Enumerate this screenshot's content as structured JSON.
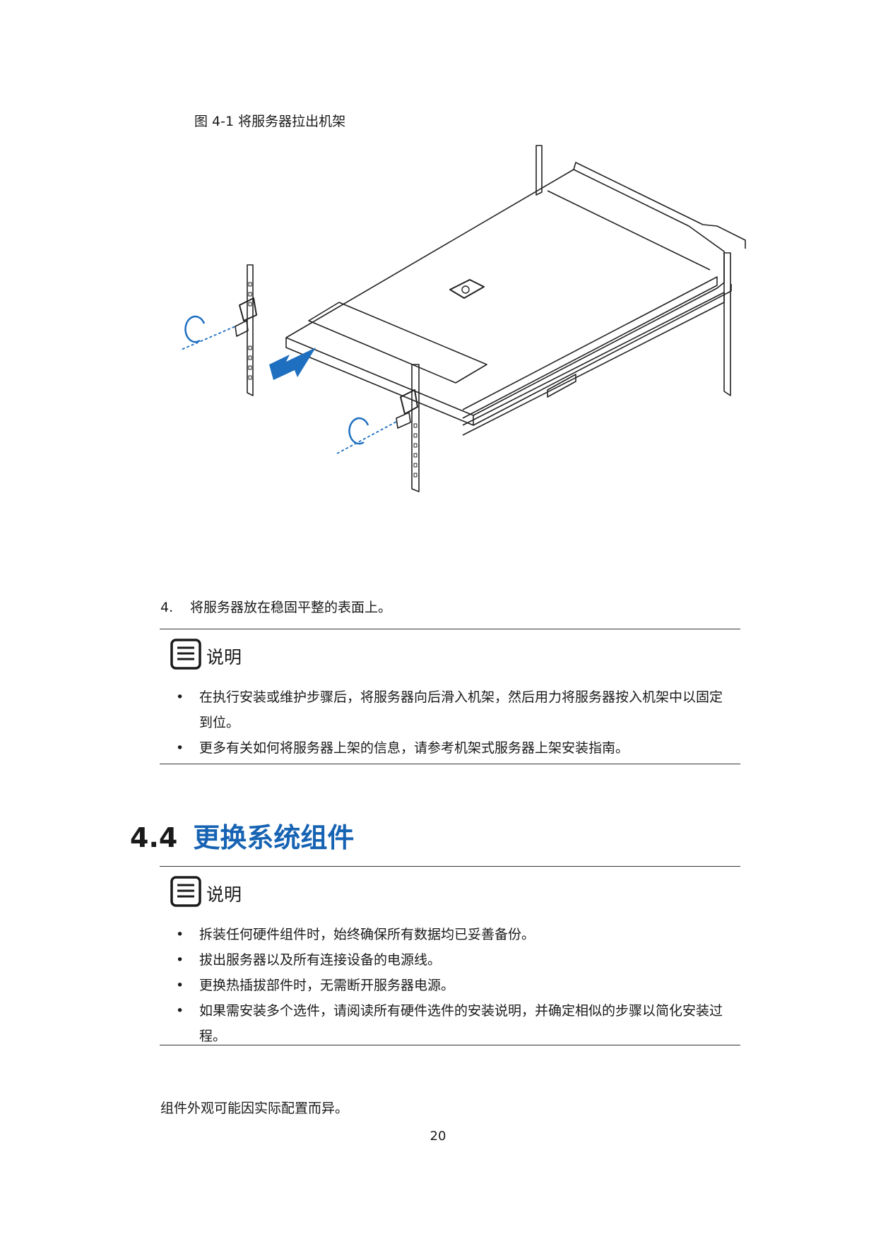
{
  "figure": {
    "caption": "图 4-1 将服务器拉出机架"
  },
  "step": {
    "number": "4.",
    "text": "将服务器放在稳固平整的表面上。"
  },
  "note1": {
    "icon": "note-icon",
    "title": "说明",
    "items": [
      "在执行安装或维护步骤后，将服务器向后滑入机架，然后用力将服务器按入机架中以固定到位。",
      "更多有关如何将服务器上架的信息，请参考机架式服务器上架安装指南。"
    ]
  },
  "section": {
    "number": "4.4",
    "title": "更换系统组件"
  },
  "note2": {
    "icon": "note-icon",
    "title": "说明",
    "items": [
      "拆装任何硬件组件时，始终确保所有数据均已妥善备份。",
      "拔出服务器以及所有连接设备的电源线。",
      "更换热插拔部件时，无需断开服务器电源。",
      "如果需安装多个选件，请阅读所有硬件选件的安装说明，并确定相似的步骤以简化安装过程。"
    ]
  },
  "body_text": "组件外观可能因实际配置而异。",
  "page_number": "20",
  "colors": {
    "heading_blue": "#1763b3",
    "arrow_blue": "#1e6fc0",
    "text": "#1a1a1a"
  }
}
